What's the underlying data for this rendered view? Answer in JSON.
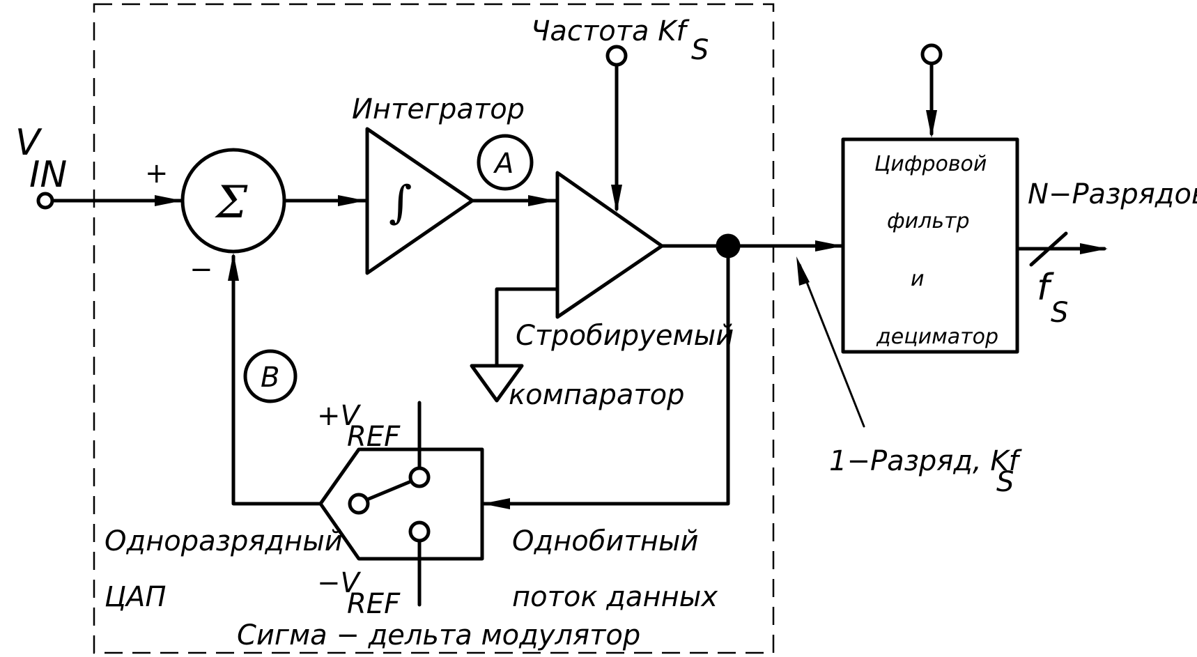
{
  "input": {
    "v": "V",
    "sub": "IN"
  },
  "summer": {
    "symbol": "Σ",
    "plus": "+",
    "minus": "−"
  },
  "integrator": {
    "label": "Интегратор",
    "symbol": "∫"
  },
  "point_a": "A",
  "point_b": "B",
  "clock": {
    "label": "Частота Kf",
    "sub": "S"
  },
  "comparator": {
    "line1": "Стробируемый",
    "line2": "компаратор"
  },
  "vref_pos": {
    "v": "+V",
    "sub": "REF"
  },
  "vref_neg": {
    "v": "−V",
    "sub": "REF"
  },
  "dac": {
    "line1": "Одноразрядный",
    "line2": "ЦАП"
  },
  "bitstream": {
    "line1": "Однобитный",
    "line2": "поток данных"
  },
  "modulator": "Сигма − дельта модулятор",
  "one_bit": {
    "label": "1−Разряд, Kf",
    "sub": "S"
  },
  "filter": {
    "line1": "Цифровой",
    "line2": "фильтр",
    "line3": "и",
    "line4": "дециматор"
  },
  "output": {
    "label": "N−Разрядов",
    "f": "f",
    "sub": "S"
  }
}
